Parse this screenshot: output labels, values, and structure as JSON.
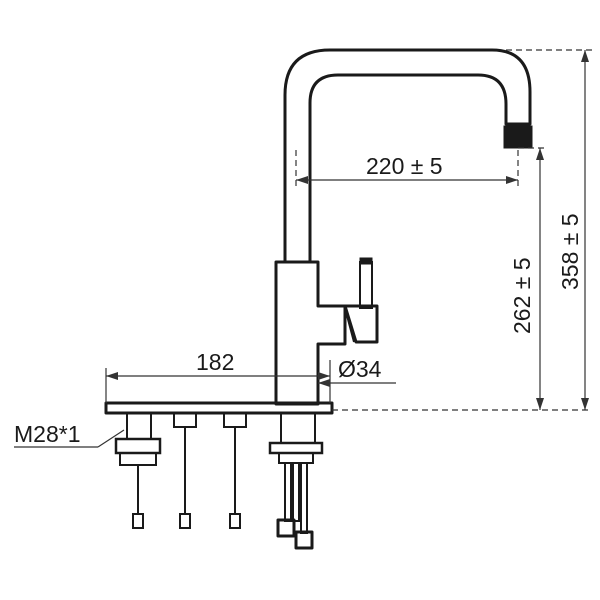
{
  "dimensions": {
    "spout_reach": "220 ± 5",
    "spout_height": "262 ± 5",
    "total_height": "358 ± 5",
    "base_width": "182",
    "base_diameter": "Ø34",
    "thread": "M28*1"
  },
  "colors": {
    "line": "#1a1a1a",
    "dimension": "#333333",
    "background": "#ffffff"
  }
}
